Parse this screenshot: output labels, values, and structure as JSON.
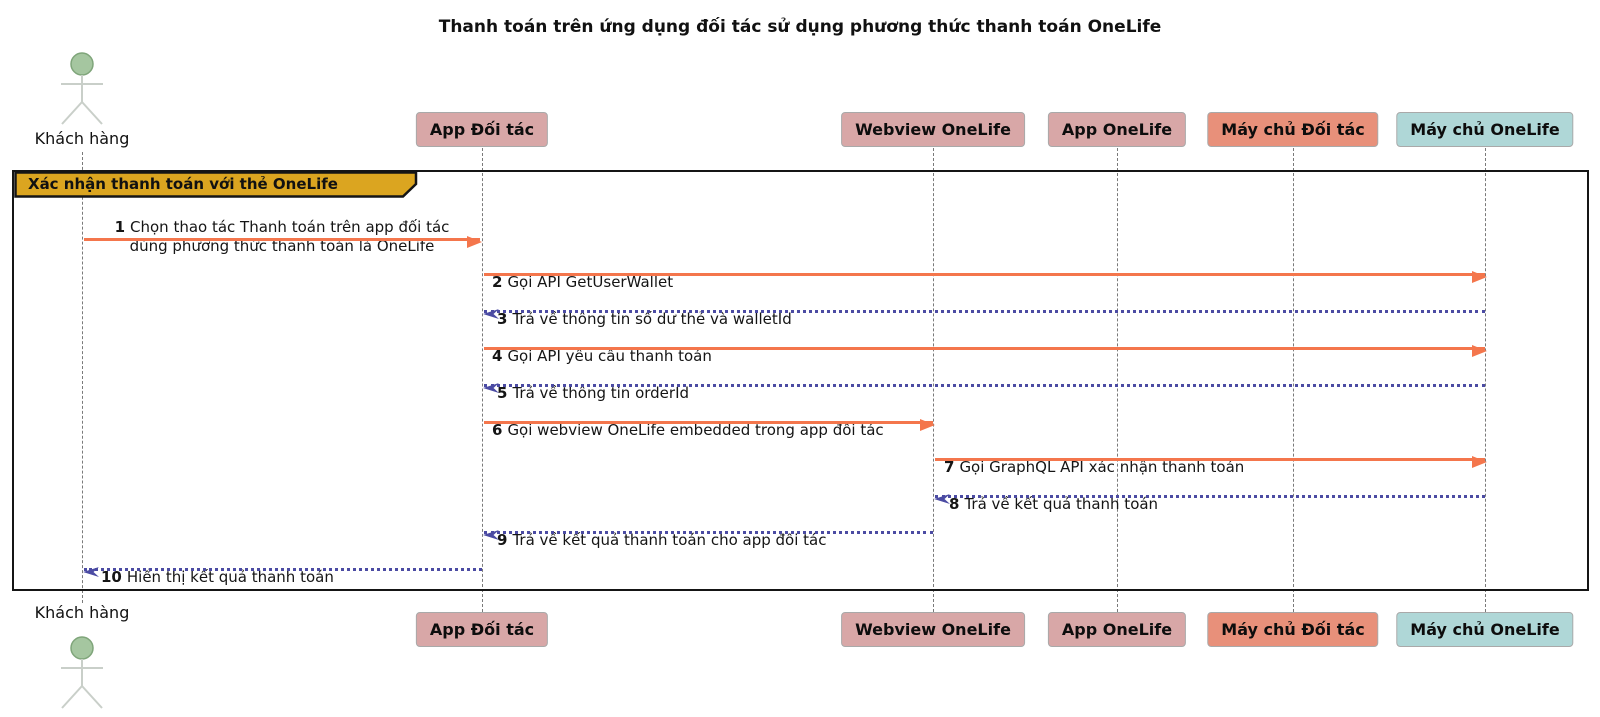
{
  "title": "Thanh toán trên ứng dụng đối tác sử dụng phương thức thanh toán OneLife",
  "actor": {
    "name": "Khách hàng"
  },
  "participants": [
    {
      "label": "App Đối tác",
      "color": "#D8A7A7"
    },
    {
      "label": "Webview OneLife",
      "color": "#D8A7A7"
    },
    {
      "label": "App OneLife",
      "color": "#D8A7A7"
    },
    {
      "label": "Máy chủ Đối tác",
      "color": "#E8907A"
    },
    {
      "label": "Máy chủ OneLife",
      "color": "#AFD7D7"
    }
  ],
  "frame": {
    "label": "Xác nhận thanh toán với thẻ OneLife",
    "color": "#DBA520"
  },
  "messages": [
    {
      "num": "1",
      "text": "Chọn thao tác Thanh toán trên app đối tác\ndùng phương thức thanh toán là OneLife",
      "from": "Khách hàng",
      "to": "App Đối tác",
      "kind": "solid"
    },
    {
      "num": "2",
      "text": "Gọi API GetUserWallet",
      "from": "App Đối tác",
      "to": "Máy chủ OneLife",
      "kind": "solid"
    },
    {
      "num": "3",
      "text": "Trả về thông tin số dư thẻ và walletId",
      "from": "Máy chủ OneLife",
      "to": "App Đối tác",
      "kind": "dotted"
    },
    {
      "num": "4",
      "text": "Gọi API yêu cầu thanh toán",
      "from": "App Đối tác",
      "to": "Máy chủ OneLife",
      "kind": "solid"
    },
    {
      "num": "5",
      "text": "Trả về thông tin orderId",
      "from": "Máy chủ OneLife",
      "to": "App Đối tác",
      "kind": "dotted"
    },
    {
      "num": "6",
      "text": "Gọi webview OneLife embedded trong app đối tác",
      "from": "App Đối tác",
      "to": "Webview OneLife",
      "kind": "solid"
    },
    {
      "num": "7",
      "text": "Gọi GraphQL API xác nhận thanh toán",
      "from": "Webview OneLife",
      "to": "Máy chủ OneLife",
      "kind": "solid"
    },
    {
      "num": "8",
      "text": "Trả về kết quả thanh toán",
      "from": "Máy chủ OneLife",
      "to": "Webview OneLife",
      "kind": "dotted"
    },
    {
      "num": "9",
      "text": "Trả về kết quả thanh toán cho app đối tác",
      "from": "Webview OneLife",
      "to": "App Đối tác",
      "kind": "dotted"
    },
    {
      "num": "10",
      "text": "Hiển thị kết quả thanh toán",
      "from": "App Đối tác",
      "to": "Khách hàng",
      "kind": "dotted"
    }
  ],
  "colors": {
    "call_arrow": "#F4764C",
    "return_arrow": "#4B4BA3",
    "participant_pink": "#D8A7A7",
    "participant_salmon": "#E8907A",
    "participant_teal": "#AFD7D7",
    "frame_label_bg": "#DBA520",
    "actor_head": "#A5C6A0"
  }
}
